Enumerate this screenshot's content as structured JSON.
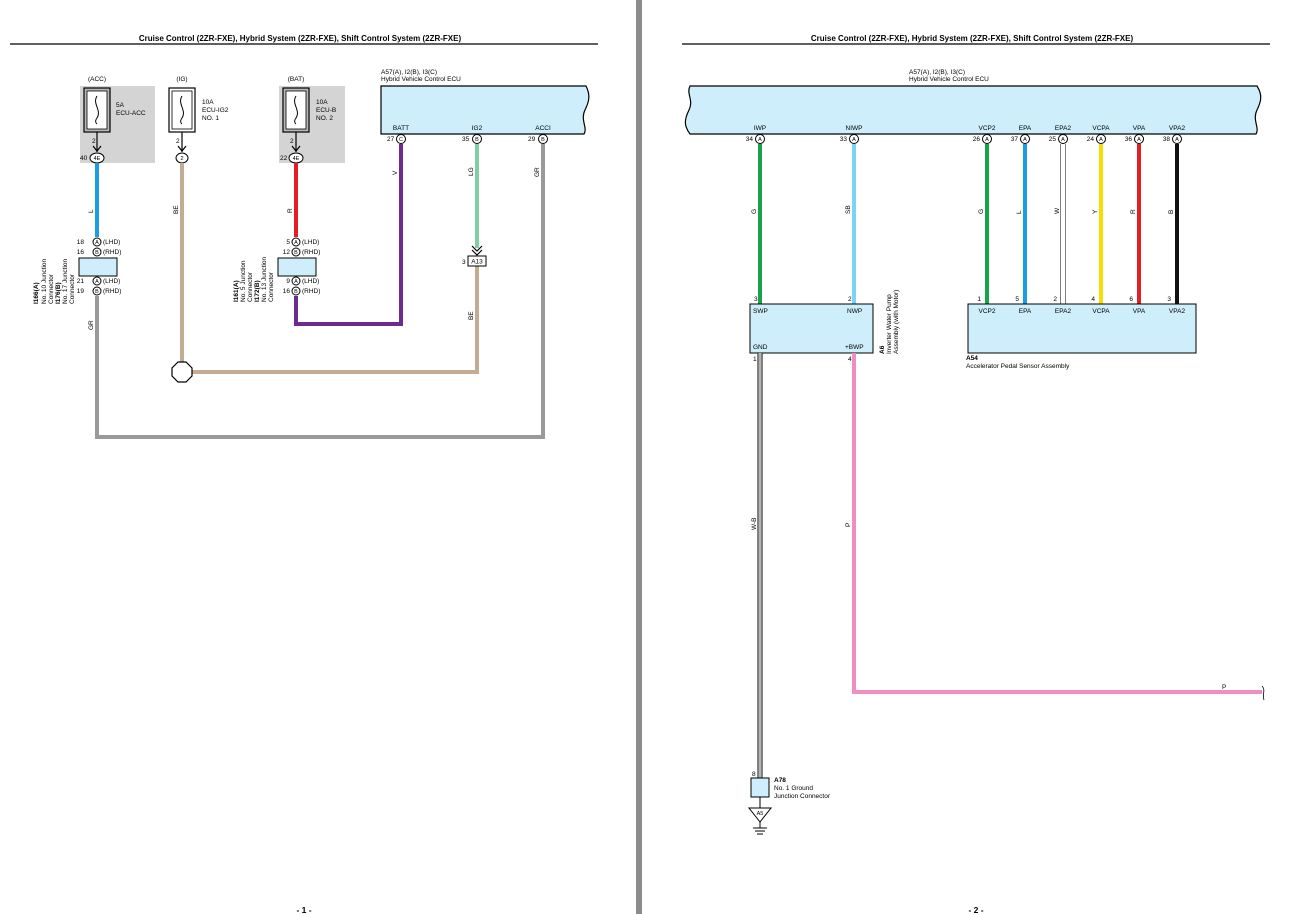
{
  "header_text": "Cruise Control (2ZR-FXE), Hybrid System (2ZR-FXE), Shift Control System (2ZR-FXE)",
  "ecu": {
    "connectors": "A57(A), I2(B), I3(C)",
    "name": "Hybrid Vehicle Control ECU"
  },
  "page1": {
    "number": "- 1 -",
    "fuse_acc": {
      "label": "(ACC)",
      "rating": "5A",
      "name": "ECU-ACC",
      "pin": "2",
      "conn_pin": "40",
      "conn": "4E"
    },
    "fuse_ig": {
      "label": "(IG)",
      "rating": "10A",
      "name": "ECU-IG2",
      "name2": "NO. 1",
      "pin": "2",
      "conn": "2"
    },
    "fuse_bat": {
      "label": "(BAT)",
      "rating": "10A",
      "name": "ECU-B",
      "name2": "NO. 2",
      "pin": "2",
      "conn_pin": "22",
      "conn": "4E"
    },
    "ecu_pins": [
      {
        "name": "BATT",
        "num": "27",
        "conn": "C"
      },
      {
        "name": "IG2",
        "num": "35",
        "conn": "B"
      },
      {
        "name": "ACCI",
        "num": "29",
        "conn": "B"
      }
    ],
    "wires": {
      "acc": "L",
      "ig": "BE",
      "bat": "R",
      "batt": "V",
      "ig2": "LG",
      "acci": "GR",
      "jc1_out": "GR",
      "a13_out": "BE"
    },
    "jc1": {
      "code": "I166(A)",
      "name1": "No. 10 Junction",
      "name2": "Connector",
      "code2": "I176(B)",
      "name3": "No. 17 Junction",
      "name4": "Connector",
      "top": [
        {
          "num": "18",
          "conn": "A",
          "side": "(LHD)"
        },
        {
          "num": "16",
          "conn": "B",
          "side": "(RHD)"
        }
      ],
      "bottom": [
        {
          "num": "21",
          "conn": "A",
          "side": "(LHD)"
        },
        {
          "num": "19",
          "conn": "B",
          "side": "(RHD)"
        }
      ]
    },
    "jc2": {
      "code": "I161(A)",
      "name1": "No. 5 Junction",
      "name2": "Connector",
      "code2": "I172(B)",
      "name3": "No. 13 Junction",
      "name4": "Connector",
      "top": [
        {
          "num": "5",
          "conn": "A",
          "side": "(LHD)"
        },
        {
          "num": "12",
          "conn": "B",
          "side": "(RHD)"
        }
      ],
      "bottom": [
        {
          "num": "9",
          "conn": "A",
          "side": "(LHD)"
        },
        {
          "num": "16",
          "conn": "B",
          "side": "(RHD)"
        }
      ]
    },
    "a13": {
      "pin": "3",
      "name": "A13"
    }
  },
  "page2": {
    "number": "- 2 -",
    "ecu_pins": [
      {
        "name": "IWP",
        "num": "34",
        "conn": "A",
        "wire": "G",
        "color": "#16a34a"
      },
      {
        "name": "NIWP",
        "num": "33",
        "conn": "A",
        "wire": "SB",
        "color": "#7dd3f5"
      },
      {
        "name": "VCP2",
        "num": "26",
        "conn": "A",
        "wire": "G",
        "color": "#16a34a"
      },
      {
        "name": "EPA",
        "num": "37",
        "conn": "A",
        "wire": "L",
        "color": "#1b9ee0"
      },
      {
        "name": "EPA2",
        "num": "25",
        "conn": "A",
        "wire": "W",
        "color": "#ffffff"
      },
      {
        "name": "VCPA",
        "num": "24",
        "conn": "A",
        "wire": "Y",
        "color": "#f2e000"
      },
      {
        "name": "VPA",
        "num": "36",
        "conn": "A",
        "wire": "R",
        "color": "#e31e24"
      },
      {
        "name": "VPA2",
        "num": "38",
        "conn": "A",
        "wire": "B",
        "color": "#111111"
      }
    ],
    "pump": {
      "code": "A6",
      "name1": "Inverter Water Pump",
      "name2": "Assembly (with Motor)",
      "pins_top": [
        {
          "name": "SWP",
          "num": "3"
        },
        {
          "name": "NWP",
          "num": "2"
        }
      ],
      "pins_bottom": [
        {
          "name": "GND",
          "num": "1"
        },
        {
          "name": "+BWP",
          "num": "4"
        }
      ]
    },
    "pedal": {
      "code": "A54",
      "name": "Accelerator Pedal Sensor Assembly",
      "pins": [
        {
          "name": "VCP2",
          "num": "1"
        },
        {
          "name": "EPA",
          "num": "5"
        },
        {
          "name": "EPA2",
          "num": "2"
        },
        {
          "name": "VCPA",
          "num": "4"
        },
        {
          "name": "VPA",
          "num": "6"
        },
        {
          "name": "VPA2",
          "num": "3"
        }
      ]
    },
    "gnd_wire": "W-B",
    "pwr_wire": "P",
    "pwr_wire_end": "P",
    "jc3": {
      "code": "A78",
      "name1": "No. 1 Ground",
      "name2": "Junction Connector",
      "pin": "8"
    },
    "ground": {
      "name": "A5"
    }
  }
}
